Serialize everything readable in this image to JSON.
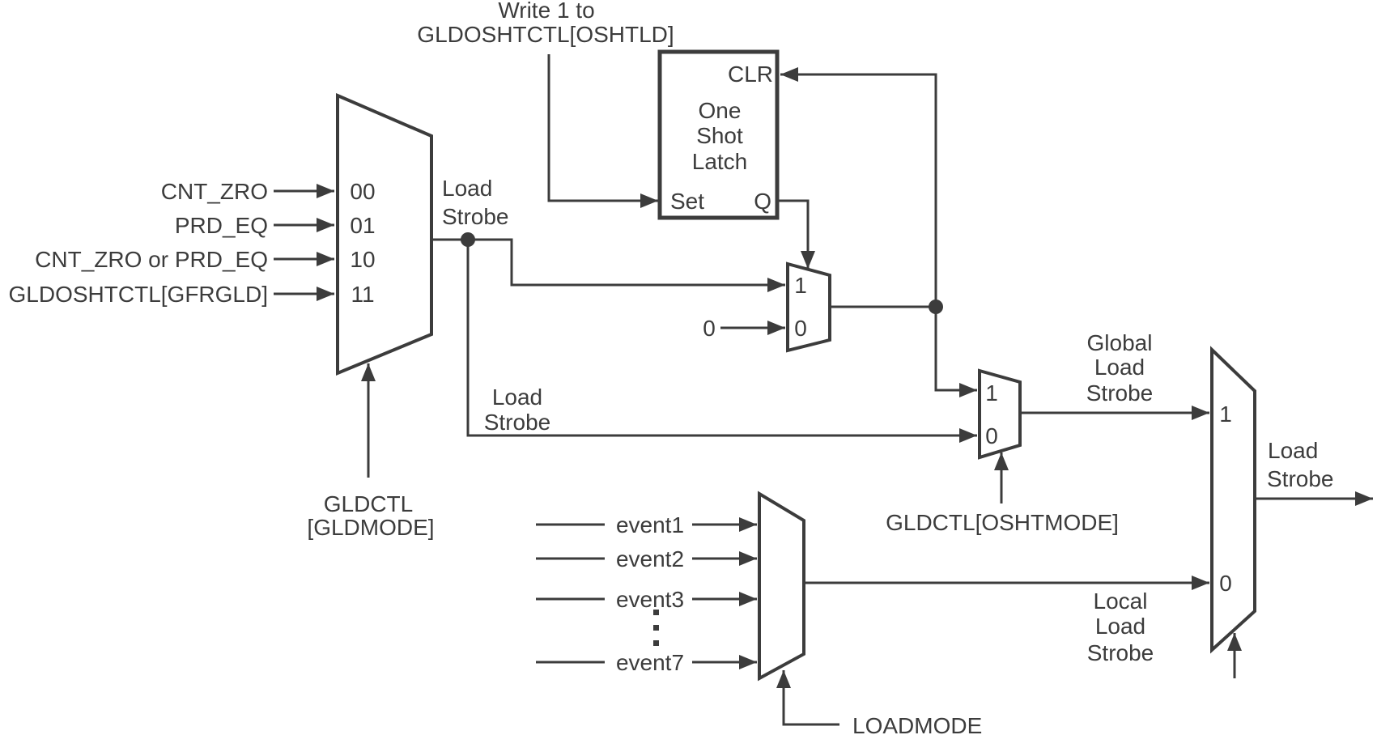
{
  "colors": {
    "ink": "#3c3c3c",
    "background": "#ffffff"
  },
  "note": {
    "line1": "Write 1 to",
    "line2": "GLDOSHTCTL[OSHTLD]"
  },
  "latch": {
    "clr": "CLR",
    "title1": "One",
    "title2": "Shot",
    "title3": "Latch",
    "set": "Set",
    "q": "Q"
  },
  "mode_mux": {
    "inputs": [
      {
        "label": "CNT_ZRO",
        "code": "00"
      },
      {
        "label": "PRD_EQ",
        "code": "01"
      },
      {
        "label": "CNT_ZRO or PRD_EQ",
        "code": "10"
      },
      {
        "label": "GLDOSHTCTL[GFRGLD]",
        "code": "11"
      }
    ],
    "select1": "GLDCTL",
    "select2": "[GLDMODE]",
    "out1": "Load",
    "out2": "Strobe"
  },
  "branch_label": {
    "line1": "Load",
    "line2": "Strobe"
  },
  "oneshot_mux": {
    "in1": "1",
    "in0": "0",
    "const0": "0"
  },
  "oshtmode_mux": {
    "in1": "1",
    "in0": "0",
    "select": "GLDCTL[OSHTMODE]",
    "out1": "Global",
    "out2": "Load",
    "out3": "Strobe"
  },
  "event_mux": {
    "inputs": [
      "event1",
      "event2",
      "event3",
      "event7"
    ],
    "select": "LOADMODE",
    "out1": "Local",
    "out2": "Load",
    "out3": "Strobe"
  },
  "final_mux": {
    "in1": "1",
    "in0": "0",
    "out1": "Load",
    "out2": "Strobe"
  }
}
